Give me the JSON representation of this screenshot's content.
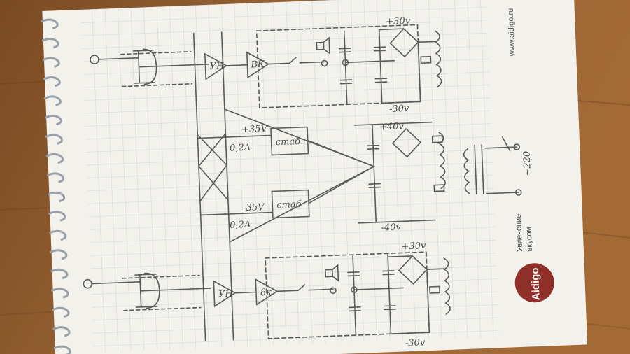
{
  "notebook": {
    "website": "www.aidigo.ru",
    "logo_text": "Aidigo",
    "tagline_line1": "Увлечение",
    "tagline_line2": "вкусом"
  },
  "schematic": {
    "amp_preamp_label": "УН",
    "amp_output_label": "ВК",
    "output_label_lower": "8к",
    "stab_label": "стаб",
    "plus_30v": "+30v",
    "minus_30v": "-30v",
    "plus_40v": "+40v",
    "minus_40v": "-40v",
    "plus_35v": "+35V",
    "minus_35v": "-35V",
    "current_upper": "0,2A",
    "current_lower": "0,2A",
    "mains": "~220"
  },
  "colors": {
    "paper": "#f2f1ec",
    "grid": "#c9ccd3",
    "pencil": "#5a5a5a",
    "logo_red": "#8e2f2a",
    "table_wood": "#8a5a30"
  }
}
